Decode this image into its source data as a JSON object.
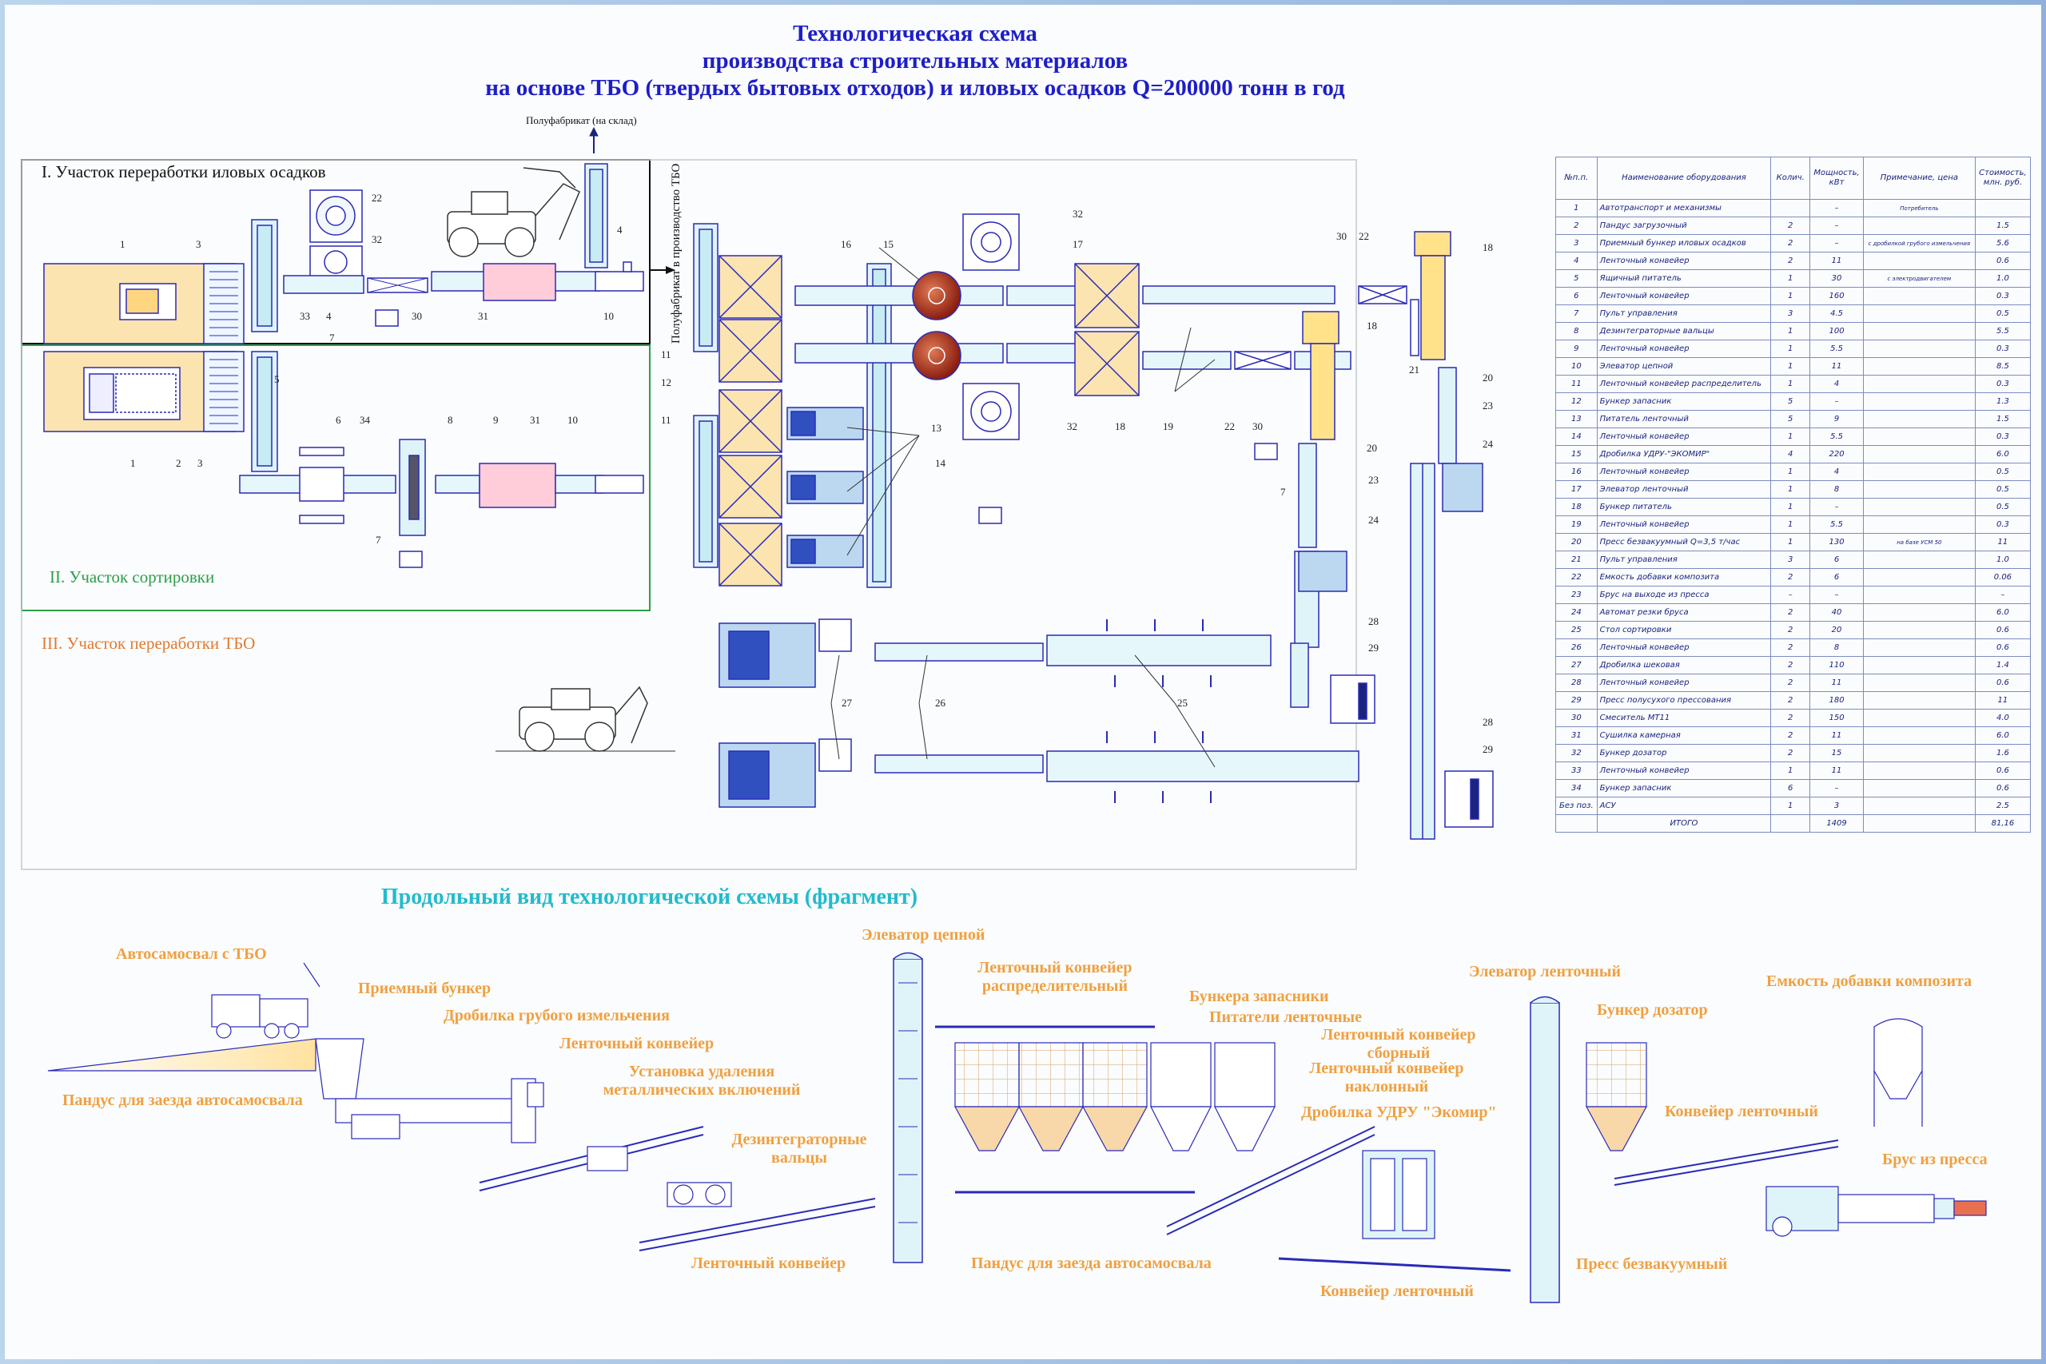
{
  "title": {
    "line1": "Технологическая схема",
    "line2": "производства строительных материалов",
    "line3": "на основе ТБО (твердых бытовых отходов) и иловых осадков Q=200000 тонн в год"
  },
  "plan": {
    "semi_product_label": "Полуфабрикат (на склад)",
    "semi_product_tbo_label": "Полуфабрикат в производство ТБО",
    "section1": "I. Участок переработки иловых осадков",
    "section2": "II. Участок сортировки",
    "section3": "III. Участок переработки ТБО",
    "callouts": [
      "1",
      "2",
      "3",
      "4",
      "5",
      "6",
      "7",
      "8",
      "9",
      "10",
      "11",
      "12",
      "13",
      "14",
      "15",
      "16",
      "17",
      "18",
      "19",
      "20",
      "21",
      "22",
      "23",
      "24",
      "25",
      "26",
      "27",
      "28",
      "29",
      "30",
      "31",
      "32",
      "33",
      "34"
    ]
  },
  "spec_table": {
    "headers": [
      "№п.п.",
      "Наименование оборудования",
      "Колич.",
      "Мощность, кВт",
      "Примечание, цена",
      "Стоимость, млн. руб."
    ],
    "rows": [
      [
        "1",
        "Автотранспорт и механизмы",
        "",
        "–",
        "Потребитель",
        ""
      ],
      [
        "2",
        "Пандус загрузочный",
        "2",
        "–",
        "",
        "1.5"
      ],
      [
        "3",
        "Приемный бункер иловых осадков",
        "2",
        "–",
        "с дробилкой грубого измельчения",
        "5.6"
      ],
      [
        "4",
        "Ленточный конвейер",
        "2",
        "11",
        "",
        "0.6"
      ],
      [
        "5",
        "Ящичный питатель",
        "1",
        "30",
        "с электродвигателем",
        "1.0"
      ],
      [
        "6",
        "Ленточный конвейер",
        "1",
        "160",
        "",
        "0.3"
      ],
      [
        "7",
        "Пульт управления",
        "3",
        "4.5",
        "",
        "0.5"
      ],
      [
        "8",
        "Дезинтеграторные вальцы",
        "1",
        "100",
        "",
        "5.5"
      ],
      [
        "9",
        "Ленточный конвейер",
        "1",
        "5.5",
        "",
        "0.3"
      ],
      [
        "10",
        "Элеватор цепной",
        "1",
        "11",
        "",
        "8.5"
      ],
      [
        "11",
        "Ленточный конвейер распределитель",
        "1",
        "4",
        "",
        "0.3"
      ],
      [
        "12",
        "Бункер запасник",
        "5",
        "–",
        "",
        "1.3"
      ],
      [
        "13",
        "Питатель ленточный",
        "5",
        "9",
        "",
        "1.5"
      ],
      [
        "14",
        "Ленточный конвейер",
        "1",
        "5.5",
        "",
        "0.3"
      ],
      [
        "15",
        "Дробилка УДРУ-\"ЭКОМИР\"",
        "4",
        "220",
        "",
        "6.0"
      ],
      [
        "16",
        "Ленточный конвейер",
        "1",
        "4",
        "",
        "0.5"
      ],
      [
        "17",
        "Элеватор ленточный",
        "1",
        "8",
        "",
        "0.5"
      ],
      [
        "18",
        "Бункер питатель",
        "1",
        "–",
        "",
        "0.5"
      ],
      [
        "19",
        "Ленточный конвейер",
        "1",
        "5.5",
        "",
        "0.3"
      ],
      [
        "20",
        "Пресс безвакуумный Q=3,5 т/час",
        "1",
        "130",
        "на базе УСМ 50",
        "11"
      ],
      [
        "21",
        "Пульт управления",
        "3",
        "6",
        "",
        "1.0"
      ],
      [
        "22",
        "Емкость добавки композита",
        "2",
        "6",
        "",
        "0.06"
      ],
      [
        "23",
        "Брус на выходе из пресса",
        "–",
        "–",
        "",
        "–"
      ],
      [
        "24",
        "Автомат резки бруса",
        "2",
        "40",
        "",
        "6.0"
      ],
      [
        "25",
        "Стол сортировки",
        "2",
        "20",
        "",
        "0.6"
      ],
      [
        "26",
        "Ленточный конвейер",
        "2",
        "8",
        "",
        "0.6"
      ],
      [
        "27",
        "Дробилка шековая",
        "2",
        "110",
        "",
        "1.4"
      ],
      [
        "28",
        "Ленточный конвейер",
        "2",
        "11",
        "",
        "0.6"
      ],
      [
        "29",
        "Пресс полусухого прессования",
        "2",
        "180",
        "",
        "11"
      ],
      [
        "30",
        "Смеситель МТ11",
        "2",
        "150",
        "",
        "4.0"
      ],
      [
        "31",
        "Сушилка камерная",
        "2",
        "11",
        "",
        "6.0"
      ],
      [
        "32",
        "Бункер дозатор",
        "2",
        "15",
        "",
        "1.6"
      ],
      [
        "33",
        "Ленточный конвейер",
        "1",
        "11",
        "",
        "0.6"
      ],
      [
        "34",
        "Бункер запасник",
        "6",
        "–",
        "",
        "0.6"
      ],
      [
        "Без поз.",
        "АСУ",
        "1",
        "3",
        "",
        "2.5"
      ]
    ],
    "total": {
      "label": "ИТОГО",
      "power": "1409",
      "cost": "81,16"
    }
  },
  "longitudinal": {
    "title": "Продольный вид технологической схемы (фрагмент)",
    "labels": {
      "truck": "Автосамосвал с ТБО",
      "receiving_hopper": "Приемный бункер",
      "coarse_crusher": "Дробилка грубого измельчения",
      "belt_conveyor_1": "Ленточный конвейер",
      "metal_removal": "Установка удаления металлических включений",
      "ramp_left": "Пандус для заезда автосамосвала",
      "disintegrator": "Дезинтеграторные вальцы",
      "belt_conveyor_2": "Ленточный конвейер",
      "chain_elevator": "Элеватор цепной",
      "distributing_conveyor": "Ленточный конвейер распределительный",
      "reserve_hoppers": "Бункера запасники",
      "belt_feeders": "Питатели ленточные",
      "collecting_conveyor": "Ленточный конвейер сборный",
      "inclined_conveyor": "Ленточный конвейер наклонный",
      "udru_crusher": "Дробилка УДРУ \"Экомир\"",
      "ramp_center": "Пандус для заезда автосамосвала",
      "belt_conveyor_3": "Конвейер ленточный",
      "belt_elevator": "Элеватор ленточный",
      "dosing_hopper": "Бункер дозатор",
      "composite_tank": "Емкость добавки композита",
      "belt_conveyor_4": "Конвейер ленточный",
      "bar_from_press": "Брус из пресса",
      "nonvacuum_press": "Пресс безвакуумный"
    }
  },
  "colors": {
    "title": "#1e1ec8",
    "orange_label": "#f0a040",
    "cyan_title": "#22bbcc",
    "line": "#2a2ab8",
    "equipment_fill": "#dff4f8",
    "section2": "#2e9e4a",
    "section3": "#e07a30"
  }
}
